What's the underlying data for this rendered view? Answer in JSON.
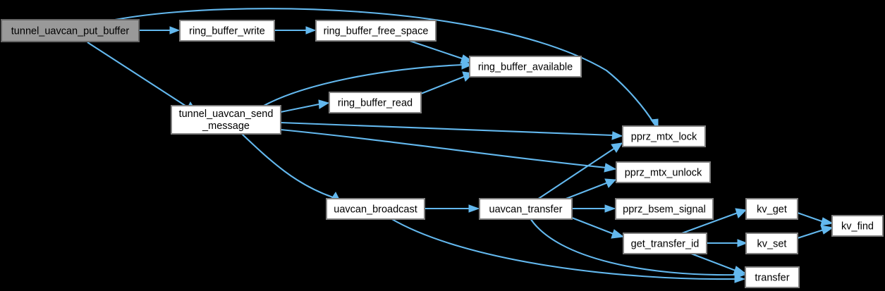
{
  "diagram": {
    "kind": "call-graph",
    "title": "tunnel_uavcan_put_buffer call graph",
    "background_color": "#000000",
    "edge_color": "#63b8ee",
    "node_fill": "#ffffff",
    "node_border": "#808080",
    "highlight_fill": "#999999",
    "highlight_border": "#666666"
  },
  "nodes": [
    {
      "id": "tunnel_uavcan_put_buffer",
      "label": "tunnel_uavcan_put_buffer",
      "highlighted": true
    },
    {
      "id": "ring_buffer_write",
      "label": "ring_buffer_write",
      "highlighted": false
    },
    {
      "id": "ring_buffer_free_space",
      "label": "ring_buffer_free_space",
      "highlighted": false
    },
    {
      "id": "ring_buffer_available",
      "label": "ring_buffer_available",
      "highlighted": false
    },
    {
      "id": "tunnel_uavcan_send_message",
      "label_line1": "tunnel_uavcan_send",
      "label_line2": "_message",
      "highlighted": false
    },
    {
      "id": "ring_buffer_read",
      "label": "ring_buffer_read",
      "highlighted": false
    },
    {
      "id": "pprz_mtx_lock",
      "label": "pprz_mtx_lock",
      "highlighted": false
    },
    {
      "id": "pprz_mtx_unlock",
      "label": "pprz_mtx_unlock",
      "highlighted": false
    },
    {
      "id": "uavcan_broadcast",
      "label": "uavcan_broadcast",
      "highlighted": false
    },
    {
      "id": "uavcan_transfer",
      "label": "uavcan_transfer",
      "highlighted": false
    },
    {
      "id": "pprz_bsem_signal",
      "label": "pprz_bsem_signal",
      "highlighted": false
    },
    {
      "id": "get_transfer_id",
      "label": "get_transfer_id",
      "highlighted": false
    },
    {
      "id": "kv_get",
      "label": "kv_get",
      "highlighted": false
    },
    {
      "id": "kv_set",
      "label": "kv_set",
      "highlighted": false
    },
    {
      "id": "kv_find",
      "label": "kv_find",
      "highlighted": false
    },
    {
      "id": "transfer",
      "label": "transfer",
      "highlighted": false
    }
  ],
  "edges": [
    {
      "from": "tunnel_uavcan_put_buffer",
      "to": "ring_buffer_write"
    },
    {
      "from": "tunnel_uavcan_put_buffer",
      "to": "pprz_mtx_lock"
    },
    {
      "from": "tunnel_uavcan_put_buffer",
      "to": "tunnel_uavcan_send_message"
    },
    {
      "from": "ring_buffer_write",
      "to": "ring_buffer_free_space"
    },
    {
      "from": "ring_buffer_free_space",
      "to": "ring_buffer_available"
    },
    {
      "from": "tunnel_uavcan_send_message",
      "to": "ring_buffer_available"
    },
    {
      "from": "tunnel_uavcan_send_message",
      "to": "ring_buffer_read"
    },
    {
      "from": "tunnel_uavcan_send_message",
      "to": "pprz_mtx_lock"
    },
    {
      "from": "tunnel_uavcan_send_message",
      "to": "pprz_mtx_unlock"
    },
    {
      "from": "tunnel_uavcan_send_message",
      "to": "uavcan_broadcast"
    },
    {
      "from": "ring_buffer_read",
      "to": "ring_buffer_available"
    },
    {
      "from": "uavcan_broadcast",
      "to": "uavcan_transfer"
    },
    {
      "from": "uavcan_broadcast",
      "to": "transfer"
    },
    {
      "from": "uavcan_transfer",
      "to": "pprz_mtx_lock"
    },
    {
      "from": "uavcan_transfer",
      "to": "pprz_mtx_unlock"
    },
    {
      "from": "uavcan_transfer",
      "to": "pprz_bsem_signal"
    },
    {
      "from": "uavcan_transfer",
      "to": "get_transfer_id"
    },
    {
      "from": "uavcan_transfer",
      "to": "transfer"
    },
    {
      "from": "get_transfer_id",
      "to": "kv_get"
    },
    {
      "from": "get_transfer_id",
      "to": "kv_set"
    },
    {
      "from": "get_transfer_id",
      "to": "transfer"
    },
    {
      "from": "kv_get",
      "to": "kv_find"
    },
    {
      "from": "kv_set",
      "to": "kv_find"
    }
  ]
}
